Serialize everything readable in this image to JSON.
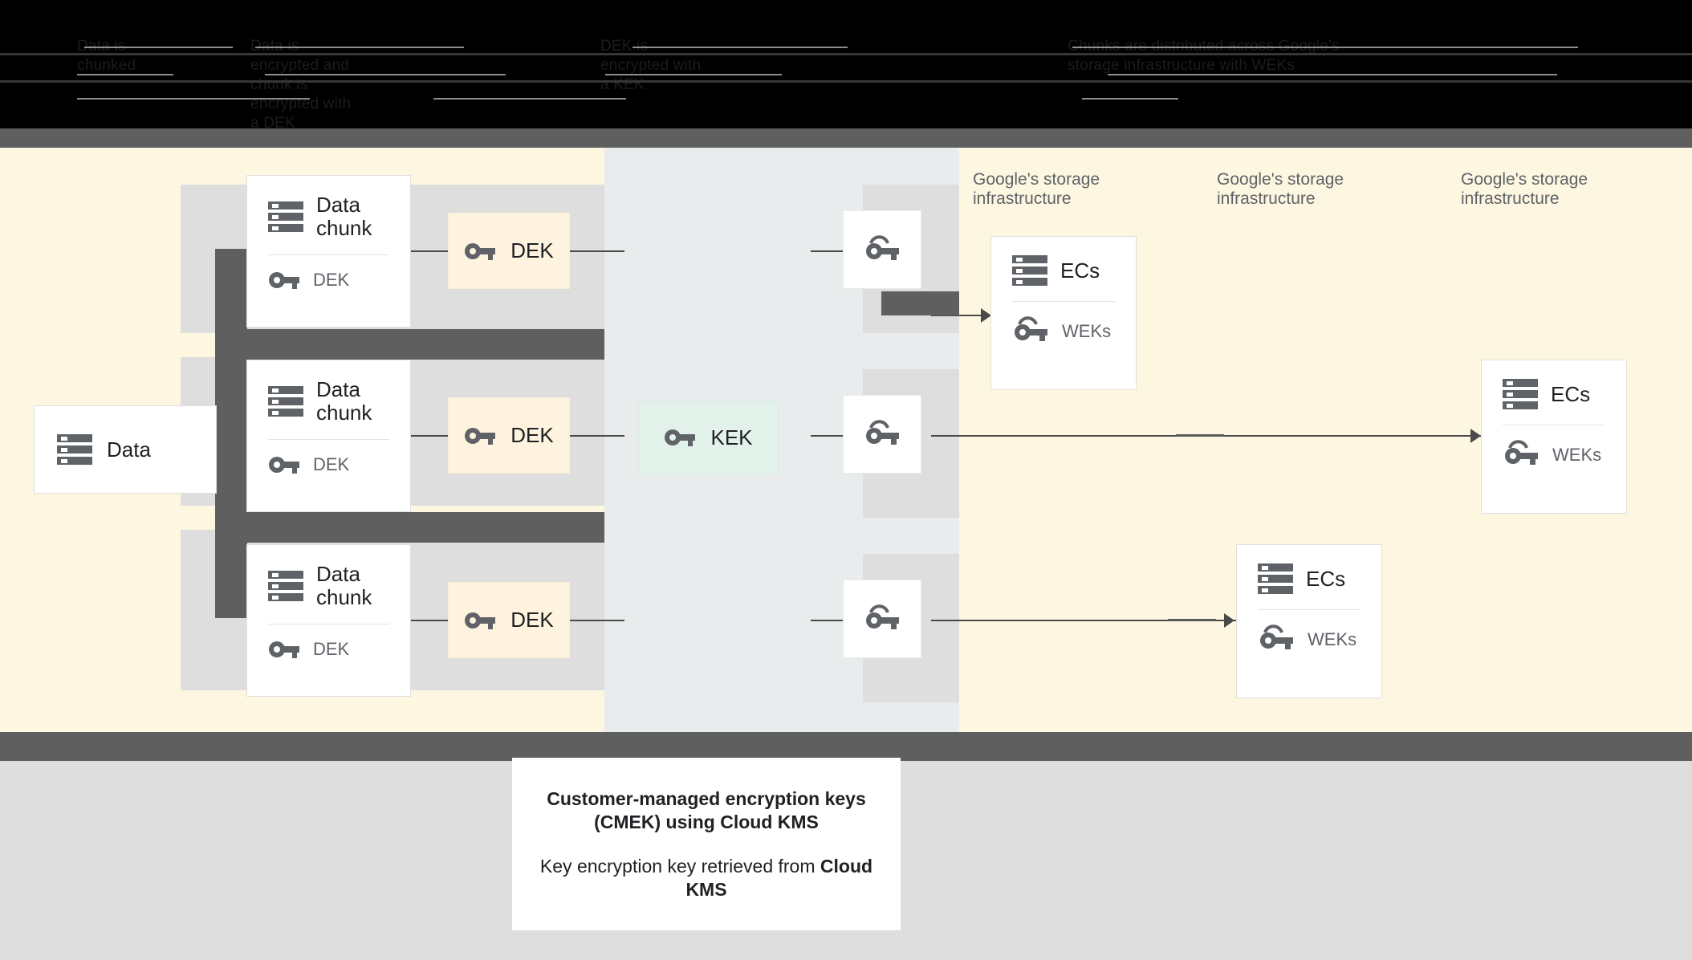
{
  "header": {
    "obscured": true,
    "note": "top band text is rendered dark-on-dark and is not legible",
    "columns": [
      "Data is\nchunked",
      "Data is\nencrypted and\nchunk is\nencrypted with\na DEK",
      "DEK is\nencrypted with\na KEK",
      "Chunks are distributed across Google's\nstorage infrastructure with WEKs"
    ]
  },
  "zones": {
    "cream_left_color": "#fdf6e0",
    "grayblue_color": "#e8ecec",
    "cream_right_color": "#fdf6e0",
    "bottom_gray_color": "#dedede",
    "divider_color": "#5f5f5f",
    "occlusion_color": "#5f5f5f",
    "lane_color": "#dedede"
  },
  "data_card": {
    "title": "Data",
    "icon": "server-stack-icon"
  },
  "chunks": [
    {
      "title": "Data chunk",
      "key_label": "DEK",
      "icon": "server-stack-icon",
      "key_icon": "key-icon"
    },
    {
      "title": "Data chunk",
      "key_label": "DEK",
      "icon": "server-stack-icon",
      "key_icon": "key-icon"
    },
    {
      "title": "Data chunk",
      "key_label": "DEK",
      "icon": "server-stack-icon",
      "key_icon": "key-icon"
    }
  ],
  "dek_boxes": [
    {
      "label": "DEK",
      "icon": "key-icon",
      "color": "#fdf3de"
    },
    {
      "label": "DEK",
      "icon": "key-icon",
      "color": "#fdf3de"
    },
    {
      "label": "DEK",
      "icon": "key-icon",
      "color": "#fdf3de"
    }
  ],
  "kek_box": {
    "label": "KEK",
    "icon": "key-icon",
    "color": "#e2f2ea"
  },
  "wek_boxes": [
    {
      "icon": "wrapped-key-icon"
    },
    {
      "icon": "wrapped-key-icon"
    },
    {
      "icon": "wrapped-key-icon"
    }
  ],
  "storage_labels": [
    "Google's storage\ninfrastructure",
    "Google's storage\ninfrastructure",
    "Google's storage\ninfrastructure"
  ],
  "ec_cards": [
    {
      "title": "ECs",
      "key_label": "WEKs",
      "icon": "server-stack-icon",
      "key_icon": "wrapped-key-icon"
    },
    {
      "title": "ECs",
      "key_label": "WEKs",
      "icon": "server-stack-icon",
      "key_icon": "wrapped-key-icon"
    },
    {
      "title": "ECs",
      "key_label": "WEKs",
      "icon": "server-stack-icon",
      "key_icon": "wrapped-key-icon"
    }
  ],
  "caption": {
    "line1": "Customer-managed encryption keys (CMEK) using Cloud KMS",
    "line2_prefix": "Key encryption key retrieved from ",
    "line2_strong": "Cloud KMS"
  }
}
